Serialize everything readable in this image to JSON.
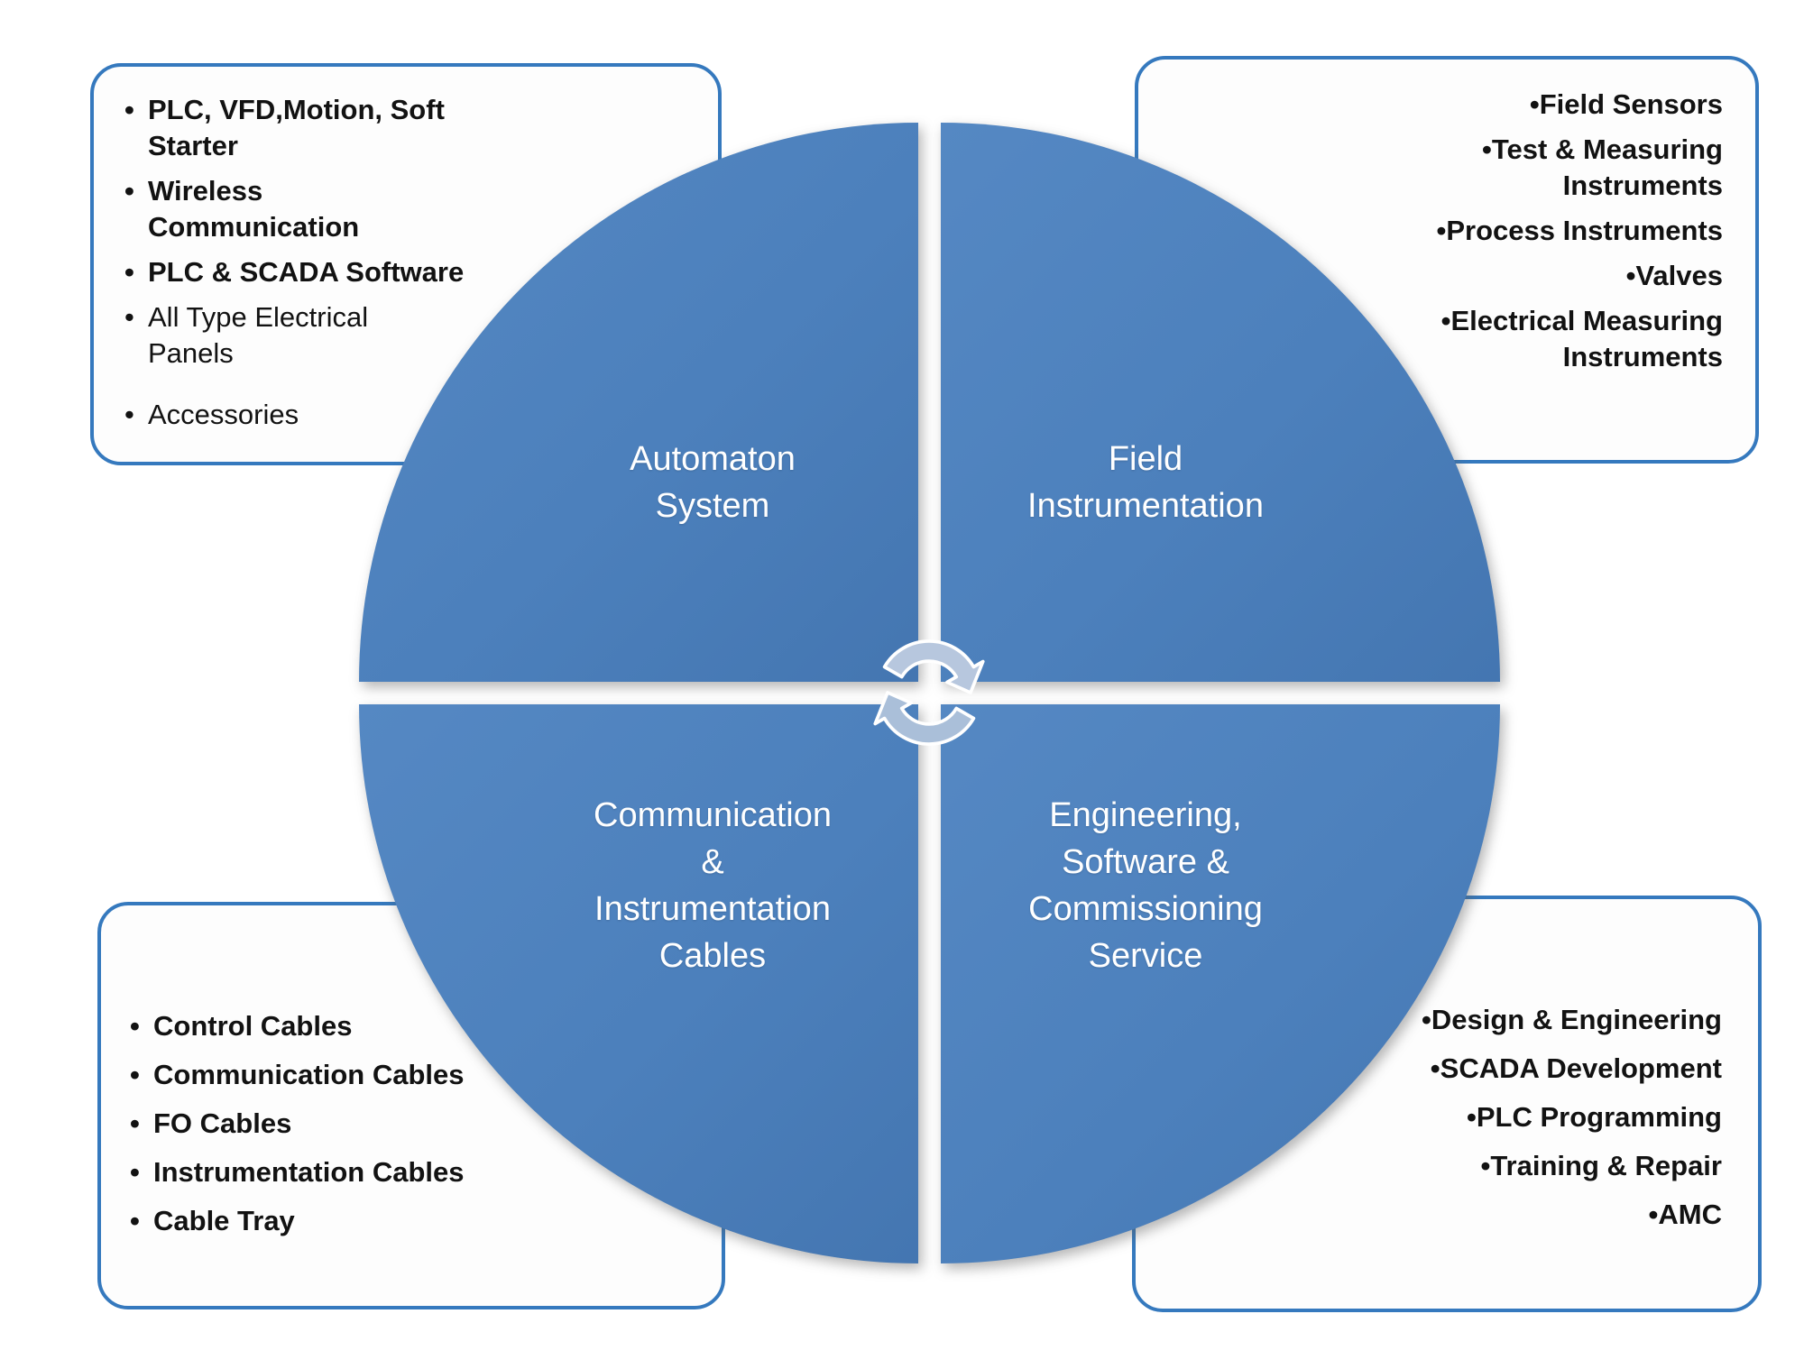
{
  "diagram": {
    "quadrants": {
      "top_left": {
        "label": "Automaton\nSystem"
      },
      "top_right": {
        "label": "Field\nInstrumentation"
      },
      "bottom_left": {
        "label": "Communication\n&\nInstrumentation\nCables"
      },
      "bottom_right": {
        "label": "Engineering,\nSoftware &\nCommissioning\nService"
      }
    },
    "boxes": {
      "top_left": {
        "items": [
          "PLC, VFD,Motion, Soft\nStarter",
          "Wireless\nCommunication",
          "PLC & SCADA Software",
          "All Type Electrical\nPanels",
          "Accessories"
        ]
      },
      "top_right": {
        "items": [
          "Field Sensors",
          "Test & Measuring\nInstruments",
          "Process Instruments",
          "Valves",
          "Electrical Measuring\nInstruments"
        ]
      },
      "bottom_left": {
        "items": [
          "Control Cables",
          "Communication Cables",
          "FO Cables",
          "Instrumentation Cables",
          "Cable Tray"
        ]
      },
      "bottom_right": {
        "items": [
          "Design & Engineering",
          "SCADA Development",
          "PLC Programming",
          "Training & Repair",
          "AMC"
        ]
      }
    },
    "icons": {
      "center": "cycle-arrows-icon"
    },
    "colors": {
      "quadrant_fill": "#4c80bc",
      "box_border": "#3579be",
      "box_background": "#fdfdfd",
      "quadrant_label_text": "#ffffff",
      "item_text": "#121212",
      "center_icon_fill": "#b7c7de"
    }
  }
}
